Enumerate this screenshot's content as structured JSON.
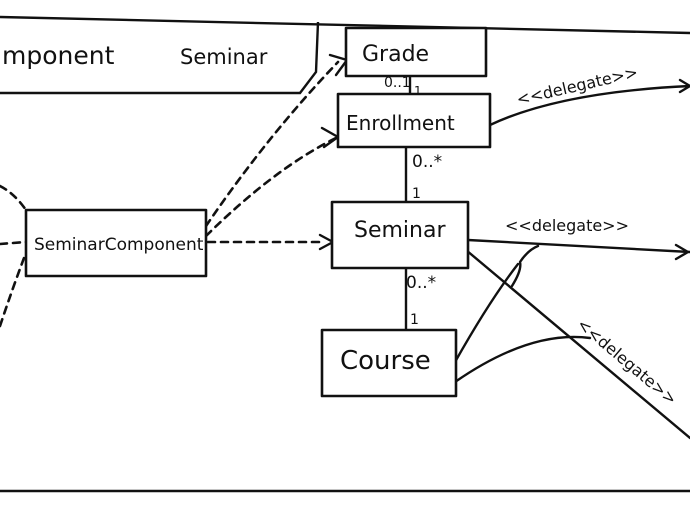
{
  "frame": {
    "title_left": "mponent",
    "title_right": "Seminar"
  },
  "classes": {
    "grade": "Grade",
    "enrollment": "Enrollment",
    "seminar_component": "SeminarComponent",
    "seminar": "Seminar",
    "course": "Course"
  },
  "multiplicities": {
    "grade_enrollment_top": "0..1",
    "grade_enrollment_bottom": "1",
    "enrollment_seminar_top": "0..*",
    "enrollment_seminar_bottom": "1",
    "seminar_course_top": "0..*",
    "seminar_course_bottom": "1"
  },
  "stereotypes": {
    "delegate_top": "<<delegate>>",
    "delegate_middle": "<<delegate>>",
    "delegate_bottom": "<<delegate>>"
  }
}
